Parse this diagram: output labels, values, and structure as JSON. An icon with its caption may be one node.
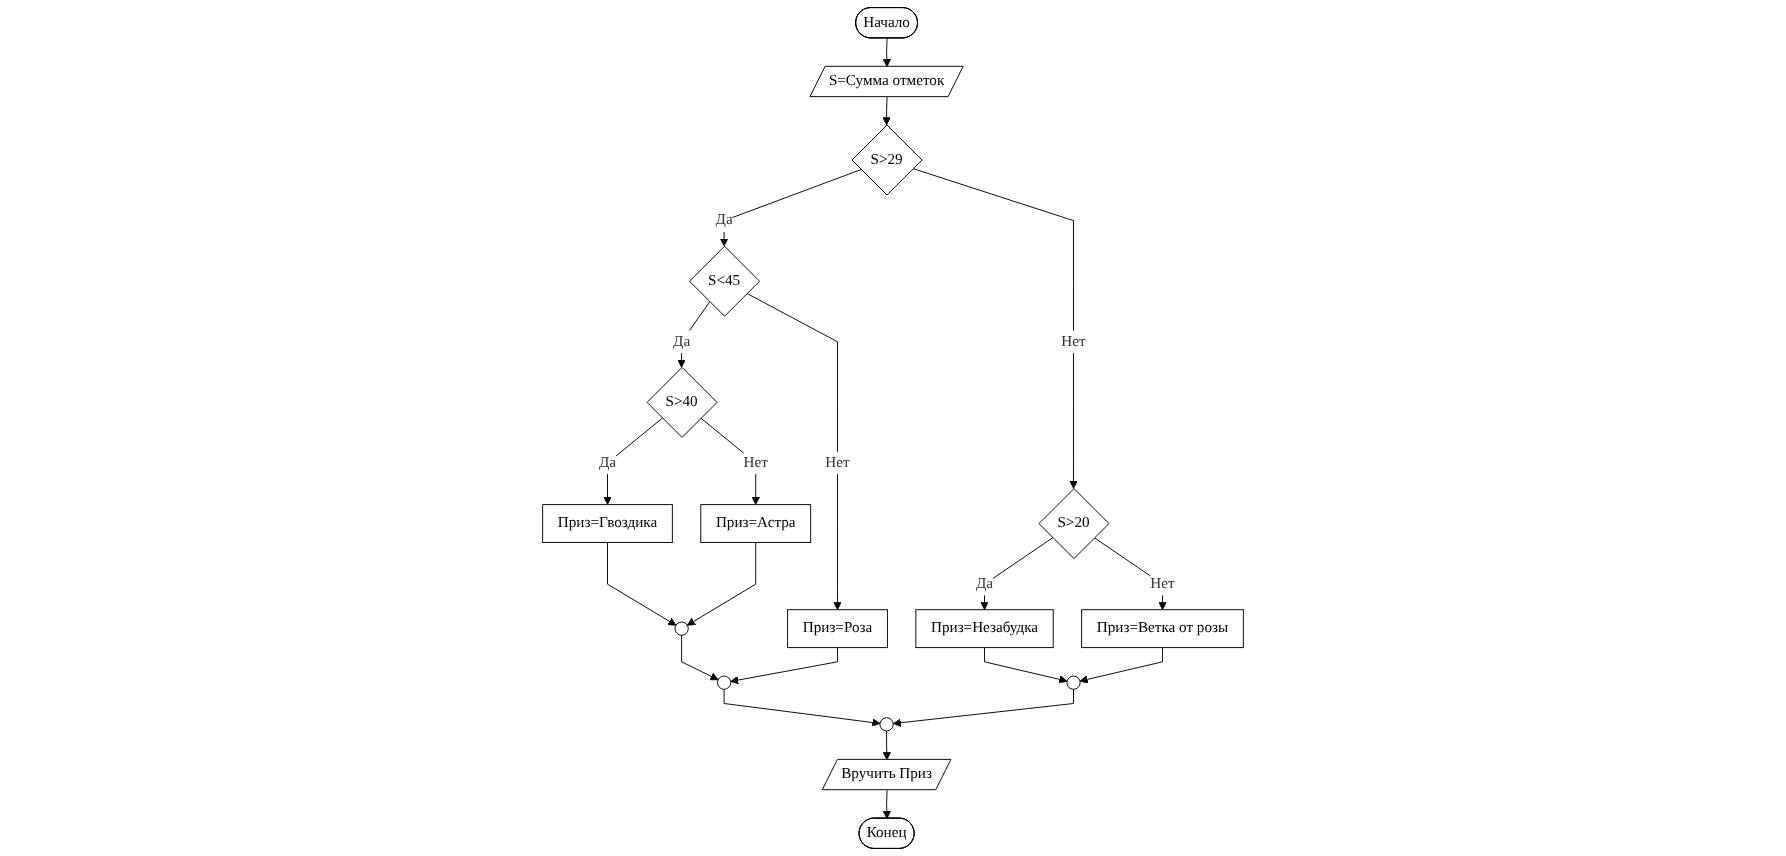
{
  "diagram": {
    "nodes": [
      {
        "text": [
          "Начало"
        ]
      },
      {
        "text": [
          "S=Сумма отметок"
        ]
      },
      {
        "text": [
          "S>29"
        ]
      },
      {
        "text": [
          "S<45"
        ]
      },
      {
        "text": [
          "S>40"
        ]
      },
      {
        "text": [
          "Приз=Гвоздика"
        ]
      },
      {
        "text": [
          "Приз=Астра"
        ]
      },
      {
        "text": [
          "Приз=Роза"
        ]
      },
      {
        "text": [
          "S>20"
        ]
      },
      {
        "text": [
          "Приз=Незабудка"
        ]
      },
      {
        "text": [
          "Приз=Ветка от розы"
        ]
      },
      {
        "text": [],
        "shape": "circle"
      },
      {
        "text": [],
        "shape": "circle"
      },
      {
        "text": [],
        "shape": "circle"
      },
      {
        "text": [],
        "shape": "circle"
      },
      {
        "text": [
          "Вручить Приз"
        ]
      },
      {
        "text": [
          "Конец"
        ]
      }
    ],
    "edges": [
      {
        "from": 0,
        "to": 1,
        "arrow": "to"
      },
      {
        "from": 1,
        "to": 2,
        "arrow": "to"
      },
      {
        "from": 2,
        "to": 3,
        "arrow": "to",
        "label": "Да"
      },
      {
        "from": 2,
        "to": 8,
        "arrow": "to",
        "label": "Нет"
      },
      {
        "from": 3,
        "to": 4,
        "arrow": "to",
        "label": "Да"
      },
      {
        "from": 3,
        "to": 7,
        "arrow": "to",
        "label": "Нет"
      },
      {
        "from": 4,
        "to": 5,
        "arrow": "to",
        "label": "Да"
      },
      {
        "from": 4,
        "to": 6,
        "arrow": "to",
        "label": "Нет"
      },
      {
        "from": 8,
        "to": 9,
        "arrow": "to",
        "label": "Да"
      },
      {
        "from": 8,
        "to": 10,
        "arrow": "to",
        "label": "Нет"
      },
      {
        "from": 9,
        "to": 11,
        "arrow": "to"
      },
      {
        "from": 10,
        "to": 11,
        "arrow": "to"
      },
      {
        "from": 5,
        "to": 12,
        "arrow": "to"
      },
      {
        "from": 6,
        "to": 12,
        "arrow": "to"
      },
      {
        "from": 12,
        "to": 13,
        "arrow": "to"
      },
      {
        "from": 7,
        "to": 13,
        "arrow": "to"
      },
      {
        "from": 13,
        "to": 14,
        "arrow": "to"
      },
      {
        "from": 11,
        "to": 14,
        "arrow": "to"
      },
      {
        "from": 14,
        "to": 15,
        "arrow": "to"
      },
      {
        "from": 15,
        "to": 16,
        "arrow": "to"
      }
    ]
  }
}
